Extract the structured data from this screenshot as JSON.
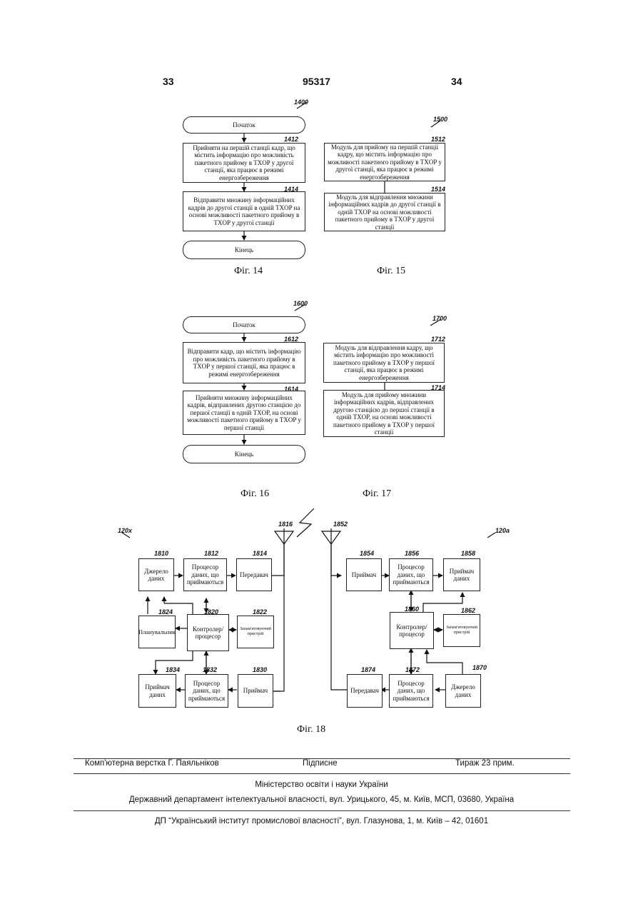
{
  "header": {
    "left_page": "33",
    "patent_number": "95317",
    "right_page": "34"
  },
  "fig14": {
    "ref": "1400",
    "start": "Початок",
    "step1_ref": "1412",
    "step1": "Прийняти на першій станції кадр, що містить інформацію про можливість пакетного прийому в TXOP у другої станції, яка працює в режимі енергозбереження",
    "step2_ref": "1414",
    "step2": "Відправити множину інформаційних кадрів до другої станції в одній TXOP на основі можливості пакетного прийому в TXOP у другої станції",
    "end": "Кінець",
    "caption": "Фіг. 14"
  },
  "fig15": {
    "ref": "1500",
    "m1_ref": "1512",
    "m1": "Модуль для прийому на першій станції кадру, що містить інформацію про можливості пакетного прийому в TXOP у другої станції, яка працює в режимі енергозбереження",
    "m2_ref": "1514",
    "m2": "Модуль для відправлення множини інформаційних кадрів до другої станції в одній TXOP на основі можливості пакетного прийому в TXOP у другої станції",
    "caption": "Фіг. 15"
  },
  "fig16": {
    "ref": "1600",
    "start": "Початок",
    "step1_ref": "1612",
    "step1": "Відправити кадр, що містить інформацію про можливість пакетного прийому в TXOP у першої станції, яка працює в режимі енергозбереження",
    "step2_ref": "1614",
    "step2": "Прийняти множину інформаційних кадрів, відправлених другою станцією до першої станції в одній TXOP, на основі можливості пакетного прийому в TXOP у першої станції",
    "end": "Кінець",
    "caption": "Фіг. 16"
  },
  "fig17": {
    "ref": "1700",
    "m1_ref": "1712",
    "m1": "Модуль для відправлення кадру, що містить інформацію про можливості пакетного прийому в TXOP у першої станції, яка працює в режимі енергозбереження",
    "m2_ref": "1714",
    "m2": "Модуль для прийому множини інформаційних кадрів, відправлених другою станцією до першої станції в одній TXOP, на основі можливості пакетного прийому в TXOP у першої станції",
    "caption": "Фіг. 17"
  },
  "fig18": {
    "left_ref": "120x",
    "right_ref": "120a",
    "ant_left_ref": "1816",
    "ant_right_ref": "1852",
    "b1810": {
      "ref": "1810",
      "label": "Джерело даних"
    },
    "b1812": {
      "ref": "1812",
      "label": "Процесор даних, що приймаються"
    },
    "b1814": {
      "ref": "1814",
      "label": "Передавач"
    },
    "b1824": {
      "ref": "1824",
      "label": "Планувальник"
    },
    "b1820": {
      "ref": "1820",
      "label": "Контролер/ процесор"
    },
    "b1822": {
      "ref": "1822",
      "label": "Запам'ятовуючий пристрій"
    },
    "b1834": {
      "ref": "1834",
      "label": "Приймач даних"
    },
    "b1832": {
      "ref": "1832",
      "label": "Процесор даних, що приймаються"
    },
    "b1830": {
      "ref": "1830",
      "label": "Приймач"
    },
    "b1854": {
      "ref": "1854",
      "label": "Приймач"
    },
    "b1856": {
      "ref": "1856",
      "label": "Процесор даних, що приймаються"
    },
    "b1858": {
      "ref": "1858",
      "label": "Приймач даних"
    },
    "b1860": {
      "ref": "1860",
      "label": "Контролер/ процесор"
    },
    "b1862": {
      "ref": "1862",
      "label": "Запам'ятовуючий пристрій"
    },
    "b1874": {
      "ref": "1874",
      "label": "Передавач"
    },
    "b1872": {
      "ref": "1872",
      "label": "Процесор даних, що приймаються"
    },
    "b1870": {
      "ref": "1870",
      "label": "Джерело даних"
    },
    "caption": "Фіг. 18"
  },
  "footer": {
    "layout_credit": "Комп'ютерна верстка Г. Паяльніков",
    "signed": "Підписне",
    "circulation": "Тираж 23 прим.",
    "ministry": "Міністерство освіти і науки України",
    "department": "Державний департамент інтелектуальної власності, вул. Урицького, 45, м. Київ, МСП, 03680, Україна",
    "institute": "ДП “Український інститут промислової власності”, вул. Глазунова, 1, м. Київ – 42, 01601"
  }
}
